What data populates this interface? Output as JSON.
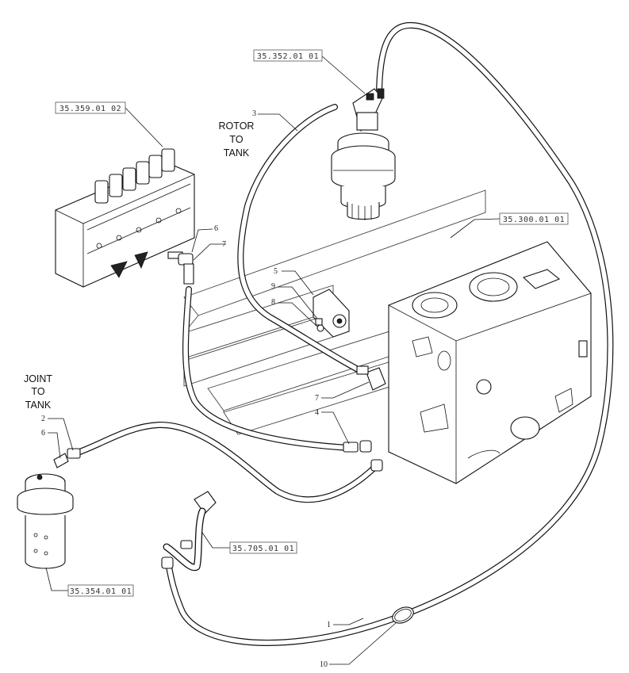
{
  "refs": {
    "valve_block": "35.359.01 02",
    "swing_motor": "35.352.01 01",
    "hydraulic_tank": "35.300.01 01",
    "rotary_joint": "35.354.01 01",
    "suction_pipe": "35.705.01 01"
  },
  "captions": {
    "rotor_to_tank": [
      "ROTOR",
      "TO",
      "TANK"
    ],
    "joint_to_tank": [
      "JOINT",
      "TO",
      "TANK"
    ]
  },
  "callouts": {
    "c3": "3",
    "c6_top": "6",
    "c7_top": "7",
    "c5": "5",
    "c9": "9",
    "c8": "8",
    "c7_mid": "7",
    "c4": "4",
    "c2": "2",
    "c6_left": "6",
    "c1": "1",
    "c10": "10"
  }
}
